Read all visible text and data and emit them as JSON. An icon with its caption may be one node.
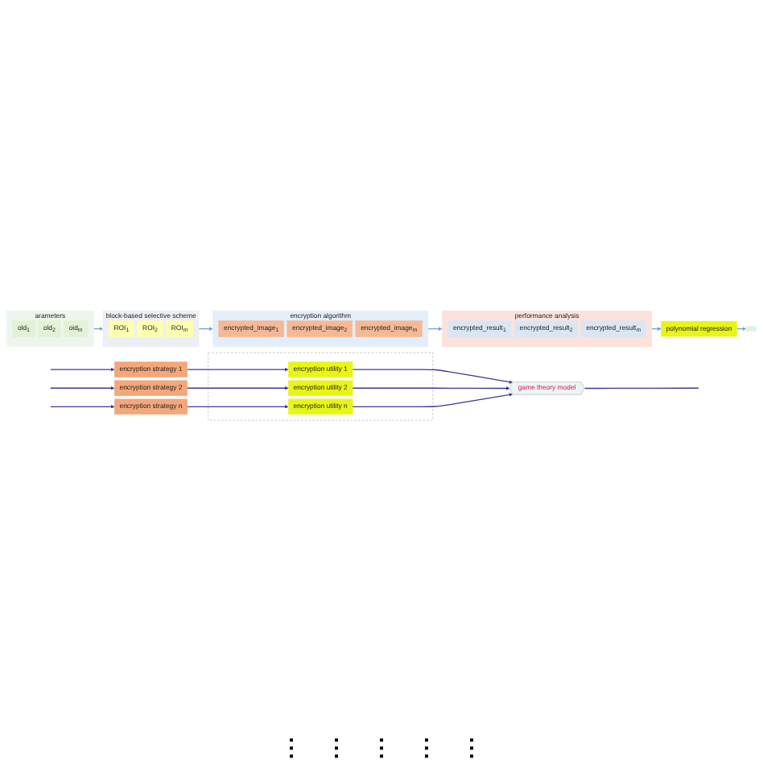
{
  "diagram": {
    "nodes": [
      {
        "text": [
          "encryption strategy 1"
        ]
      },
      {
        "text": [
          "encryption strategy 2"
        ]
      },
      {
        "text": [
          "encryption strategy n"
        ]
      },
      {
        "text": [],
        "shape": "box"
      },
      {
        "text": [
          "encryption utility 1"
        ],
        "in": 3
      },
      {
        "text": [
          "encryption utility 2"
        ],
        "in": 3
      },
      {
        "text": [
          "encryption utility n"
        ],
        "in": 3
      },
      {
        "text": [
          "game theory model"
        ]
      },
      {
        "text": [
          "arameters"
        ]
      },
      {
        "text": [
          "old$_{1}$"
        ],
        "in": 8
      },
      {
        "text": [
          "old$_{2}$"
        ],
        "in": 8
      },
      {
        "text": [
          "oid$_{m}$"
        ],
        "in": 8
      },
      {
        "text": [
          "block-based selective scheme"
        ]
      },
      {
        "text": [
          "ROI$_{1}$"
        ],
        "in": 12
      },
      {
        "text": [
          "ROI$_{2}$"
        ],
        "in": 12
      },
      {
        "text": [
          "ROI$_{m}$"
        ],
        "in": 12
      },
      {
        "text": [
          "encryption algorithm"
        ]
      },
      {
        "text": [
          "encrypted_image$_{1}$"
        ],
        "in": 16
      },
      {
        "text": [
          "encrypted_image$_{2}$"
        ],
        "in": 16
      },
      {
        "text": [
          "encrypted_image$_{m}$"
        ],
        "in": 16
      },
      {
        "text": [
          "performance analysis"
        ]
      },
      {
        "text": [
          "encrypted_result$_{1}$"
        ],
        "in": 20
      },
      {
        "text": [
          "encrypted_result$_{2}$"
        ],
        "in": 20
      },
      {
        "text": [
          "encrypted_result$_{m}$"
        ],
        "in": 20
      },
      {
        "text": [
          "polynomial regression"
        ]
      },
      {
        "text": [],
        "shape": "box"
      }
    ],
    "edges": [
      {
        "from": null,
        "to": 0,
        "arrow": "to"
      },
      {
        "from": null,
        "to": 1,
        "arrow": "to"
      },
      {
        "from": null,
        "to": 2,
        "arrow": "to"
      },
      {
        "from": 0,
        "to": 4,
        "arrow": "to"
      },
      {
        "from": 1,
        "to": 5,
        "arrow": "to"
      },
      {
        "from": 2,
        "to": 6,
        "arrow": "to"
      },
      {
        "from": 4,
        "to": 7,
        "arrow": "to"
      },
      {
        "from": 5,
        "to": 7,
        "arrow": "to"
      },
      {
        "from": 6,
        "to": 7,
        "arrow": "to"
      },
      {
        "from": 7,
        "to": null,
        "arrow": "none"
      },
      {
        "from": 8,
        "to": 12,
        "arrow": "to",
        "color": "#6a9fe0"
      },
      {
        "from": 12,
        "to": 16,
        "arrow": "to",
        "color": "#6a9fe0"
      },
      {
        "from": 16,
        "to": 20,
        "arrow": "to",
        "color": "#6a9fe0"
      },
      {
        "from": 20,
        "to": 24,
        "arrow": "to",
        "color": "#6a9fe0"
      },
      {
        "from": 24,
        "to": 25,
        "arrow": "to",
        "color": "#6a9fe0"
      }
    ],
    "labels": [
      "⋮",
      "⋮",
      "⋮",
      "⋮",
      "⋮"
    ]
  }
}
